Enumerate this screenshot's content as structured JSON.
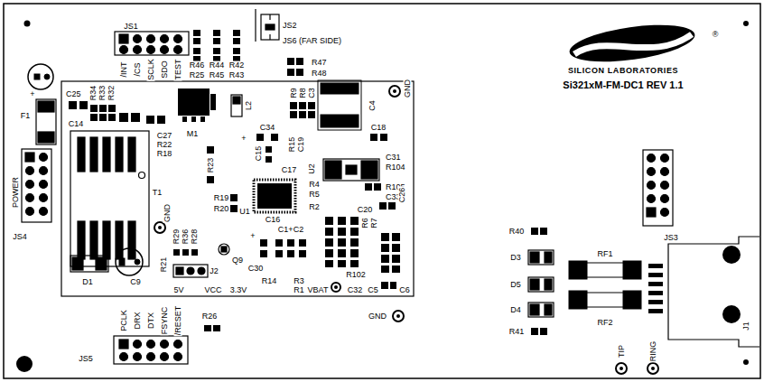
{
  "diagram": {
    "labels": [
      "JS1",
      "/INT",
      "/CS",
      "SCLK",
      "SDO",
      "TEST",
      "R46",
      "R44",
      "R42",
      "R25",
      "R45",
      "R43",
      "JS2",
      "JS6 (FAR SIDE)",
      "R47",
      "R48",
      "+",
      "C25",
      "R34",
      "R33",
      "R32",
      "F1",
      "C14",
      "M1",
      "L2",
      "R9",
      "R8",
      "C3",
      "C4",
      "GND",
      "C34",
      "+",
      "C18",
      "R15",
      "C19",
      "C27",
      "R22",
      "R18",
      "C15",
      "C17",
      "U2",
      "C31",
      "R104",
      "R105",
      "C33",
      "R23",
      "T1",
      "POWER",
      "JS4",
      "GND",
      "R19",
      "R20",
      "U1",
      "C16",
      "R4",
      "R5",
      "R2",
      "C20",
      "R6",
      "R7",
      "C26",
      "R29",
      "R36",
      "R28",
      "C1+C2",
      "+",
      "Q9",
      "R21",
      "J2",
      "C30",
      "R14",
      "R3",
      "R1",
      "VBAT",
      "R102",
      "C32",
      "C5",
      "C6",
      "D1",
      "C9",
      "5V",
      "VCC",
      "3.3V",
      "GND",
      "R26",
      "JS5",
      "PCLK",
      "DRX",
      "DTX",
      "FSYNC",
      "/RESET",
      "®",
      "SILICON LABORATORIES",
      "Si321xM-FM-DC1 REV 1.1",
      "JS3",
      "R40",
      "D3",
      "D5",
      "D4",
      "R41",
      "RF1",
      "RF2",
      "J1",
      "TIP",
      "RING"
    ]
  }
}
